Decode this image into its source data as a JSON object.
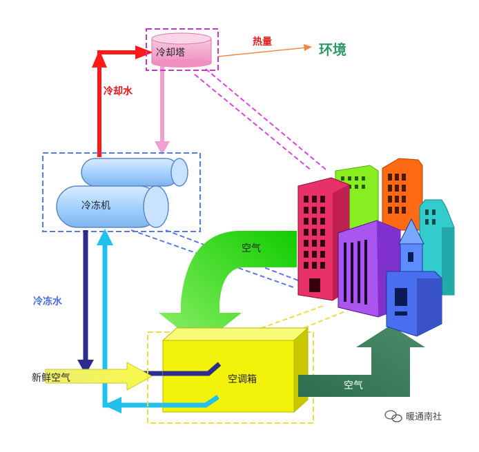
{
  "labels": {
    "cooling_tower": "冷却塔",
    "heat": "热量",
    "environment": "环境",
    "cooling_water": "冷却水",
    "chiller": "冷冻机",
    "chilled_water": "冷冻水",
    "fresh_air": "新鲜空气",
    "air_handler": "空调箱",
    "air_supply": "空气",
    "air_return": "空气",
    "watermark": "暖通南社"
  },
  "colors": {
    "cooling_water": "#ff1a1a",
    "tower_to_chiller": "#f0a0d0",
    "chilled_supply": "#2d2d8c",
    "chilled_return": "#22c0ee",
    "return_air": "#33dd00",
    "supply_air": "#3a7a5a",
    "fresh_air": "#f0f05a",
    "heat": "#ee8844",
    "ahu": "#f2f20a",
    "tower": "#f5a0c8",
    "chiller": "#a8d4ff"
  }
}
